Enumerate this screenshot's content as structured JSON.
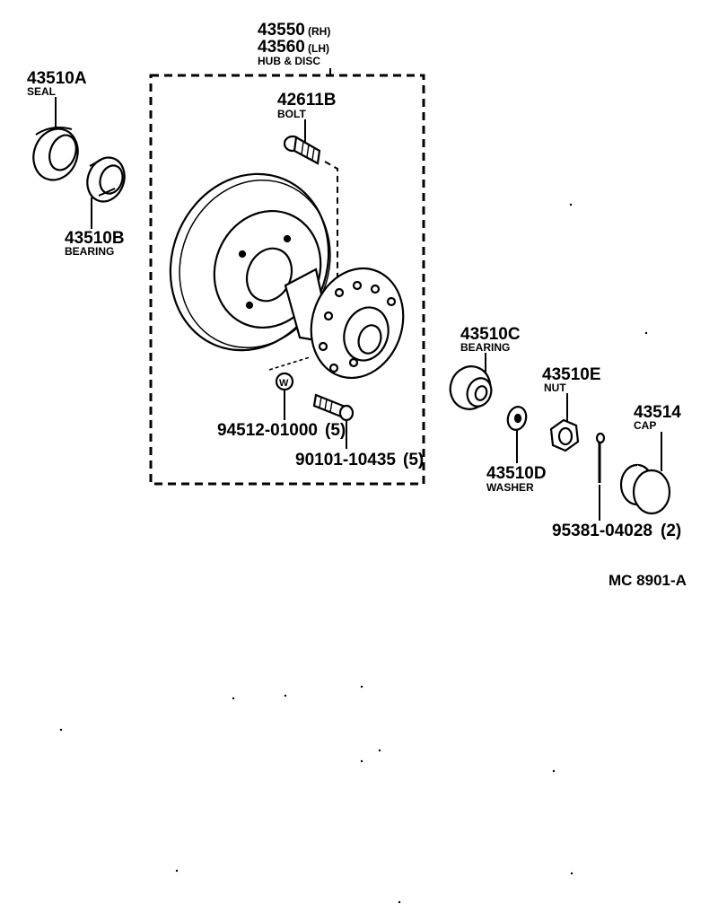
{
  "diagram": {
    "code": "MC 8901-A",
    "hub_disc": {
      "part_number_rh": "43550",
      "side_rh": "(RH)",
      "part_number_lh": "43560",
      "side_lh": "(LH)",
      "name": "HUB & DISC"
    },
    "seal": {
      "part_number": "43510A",
      "name": "SEAL"
    },
    "inner_bearing": {
      "part_number": "43510B",
      "name": "BEARING"
    },
    "hub_bolt": {
      "part_number": "42611B",
      "name": "BOLT"
    },
    "washer_w": {
      "symbol": "W",
      "part_number": "94512-01000",
      "qty": "(5)"
    },
    "disc_bolt": {
      "part_number": "90101-10435",
      "qty": "(5)"
    },
    "outer_bearing": {
      "part_number": "43510C",
      "name": "BEARING"
    },
    "washer": {
      "part_number": "43510D",
      "name": "WASHER"
    },
    "nut": {
      "part_number": "43510E",
      "name": "NUT"
    },
    "cap": {
      "part_number": "43514",
      "name": "CAP"
    },
    "cotter_pin": {
      "part_number": "95381-04028",
      "qty": "(2)"
    }
  }
}
